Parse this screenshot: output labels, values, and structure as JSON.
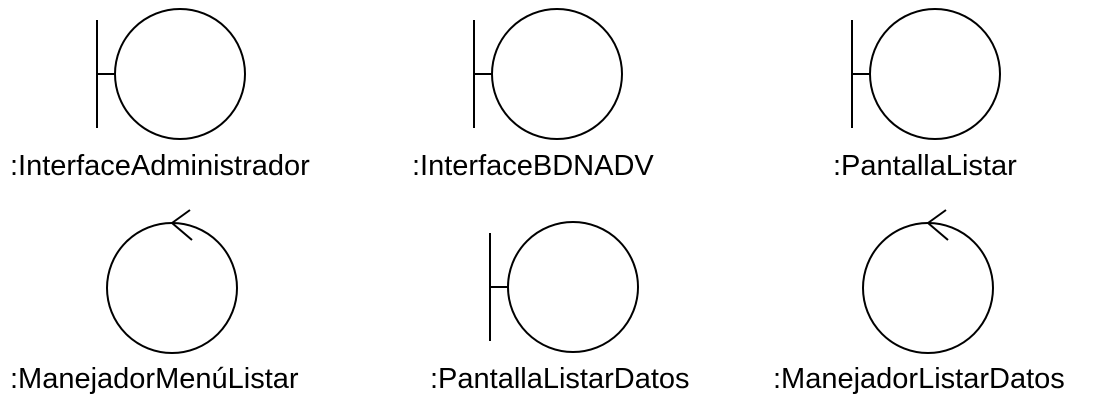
{
  "objects": [
    {
      "type": "boundary",
      "label": ":InterfaceAdministrador"
    },
    {
      "type": "boundary",
      "label": ":InterfaceBDNADV"
    },
    {
      "type": "boundary",
      "label": ":PantallaListar"
    },
    {
      "type": "control",
      "label": ":ManejadorMenúListar"
    },
    {
      "type": "boundary",
      "label": ":PantallaListarDatos"
    },
    {
      "type": "control",
      "label": ":ManejadorListarDatos"
    }
  ]
}
